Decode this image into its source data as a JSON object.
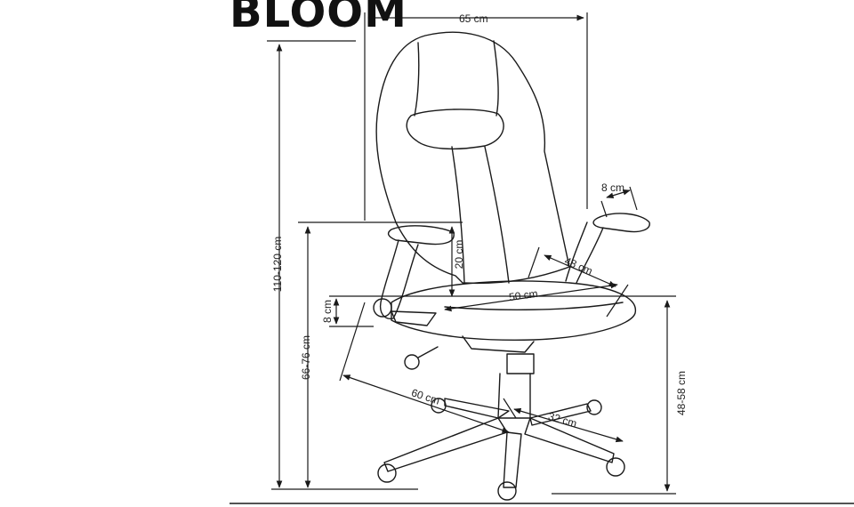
{
  "brand": {
    "name": "BLOOM"
  },
  "dimensions": {
    "width": "65 cm",
    "total_height": "110-120 cm",
    "armrest_height": "66-76 cm",
    "seat_height": "48-58 cm",
    "armrest_width": "8 cm",
    "armrest_to_seat": "20 cm",
    "seat_thickness": "8 cm",
    "seat_width": "50 cm",
    "seat_depth": "48 cm",
    "base_depth": "60 cm",
    "base_radius": "32 cm"
  },
  "colors": {
    "line": "#1a1a1a",
    "background": "#ffffff"
  }
}
